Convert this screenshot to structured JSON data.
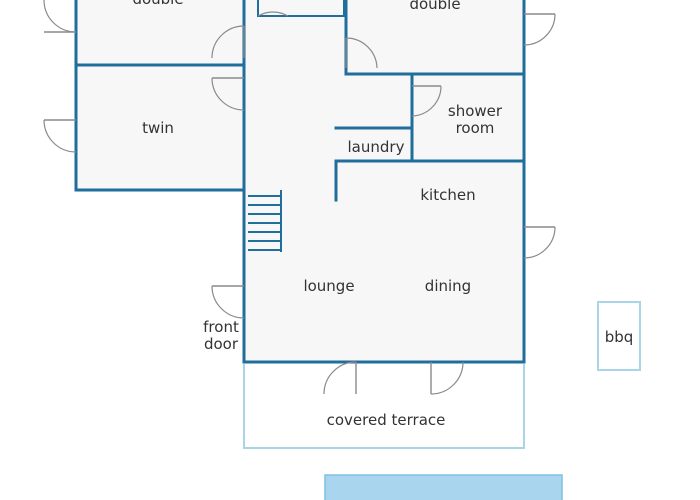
{
  "labels": {
    "double_left": "double",
    "double_right": "double",
    "twin": "twin",
    "shower_line1": "shower",
    "shower_line2": "room",
    "laundry": "laundry",
    "kitchen": "kitchen",
    "lounge": "lounge",
    "dining": "dining",
    "front_line1": "front",
    "front_line2": "door",
    "terrace": "covered terrace",
    "bbq": "bbq"
  },
  "colors": {
    "wall": "#1f6e9c",
    "light_outline": "#a9d5e8",
    "pool": "#a9d5ef",
    "floor": "#f7f7f7",
    "door": "#8a8a8a"
  }
}
